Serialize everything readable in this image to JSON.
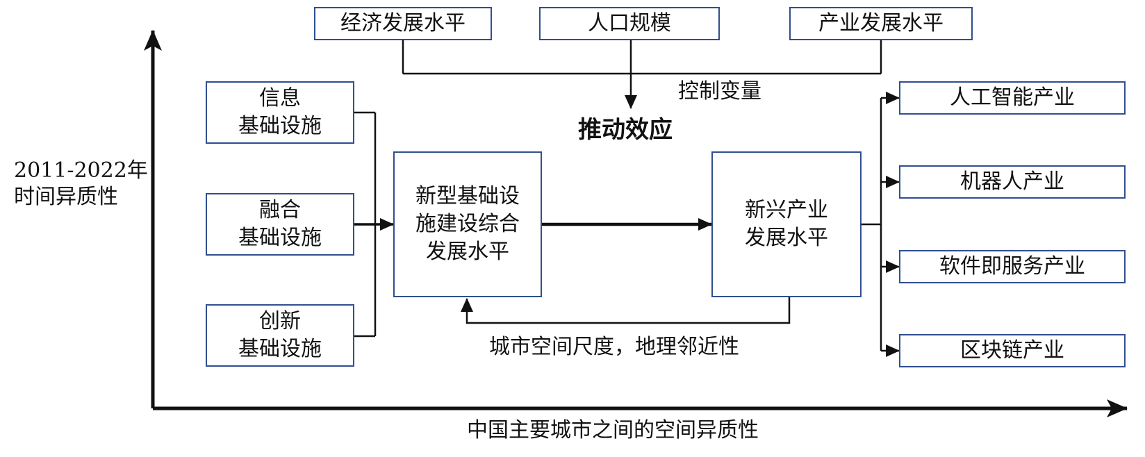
{
  "controls": [
    "经济发展水平",
    "人口规模",
    "产业发展水平"
  ],
  "control_label": "控制变量",
  "effect_label": "推动效应",
  "infrastructure": [
    "信息\n基础设施",
    "融合\n基础设施",
    "创新\n基础设施"
  ],
  "center_left": "新型基础设\n施建设综合\n发展水平",
  "center_right": "新兴产业\n发展水平",
  "feedback_label": "城市空间尺度，地理邻近性",
  "industries": [
    "人工智能产业",
    "机器人产业",
    "软件即服务产业",
    "区块链产业"
  ],
  "y_axis_label": "2011-2022年\n时间异质性",
  "x_axis_label": "中国主要城市之间的空间异质性",
  "colors": {
    "box_border": "#2f4f8f",
    "line": "#111111"
  }
}
